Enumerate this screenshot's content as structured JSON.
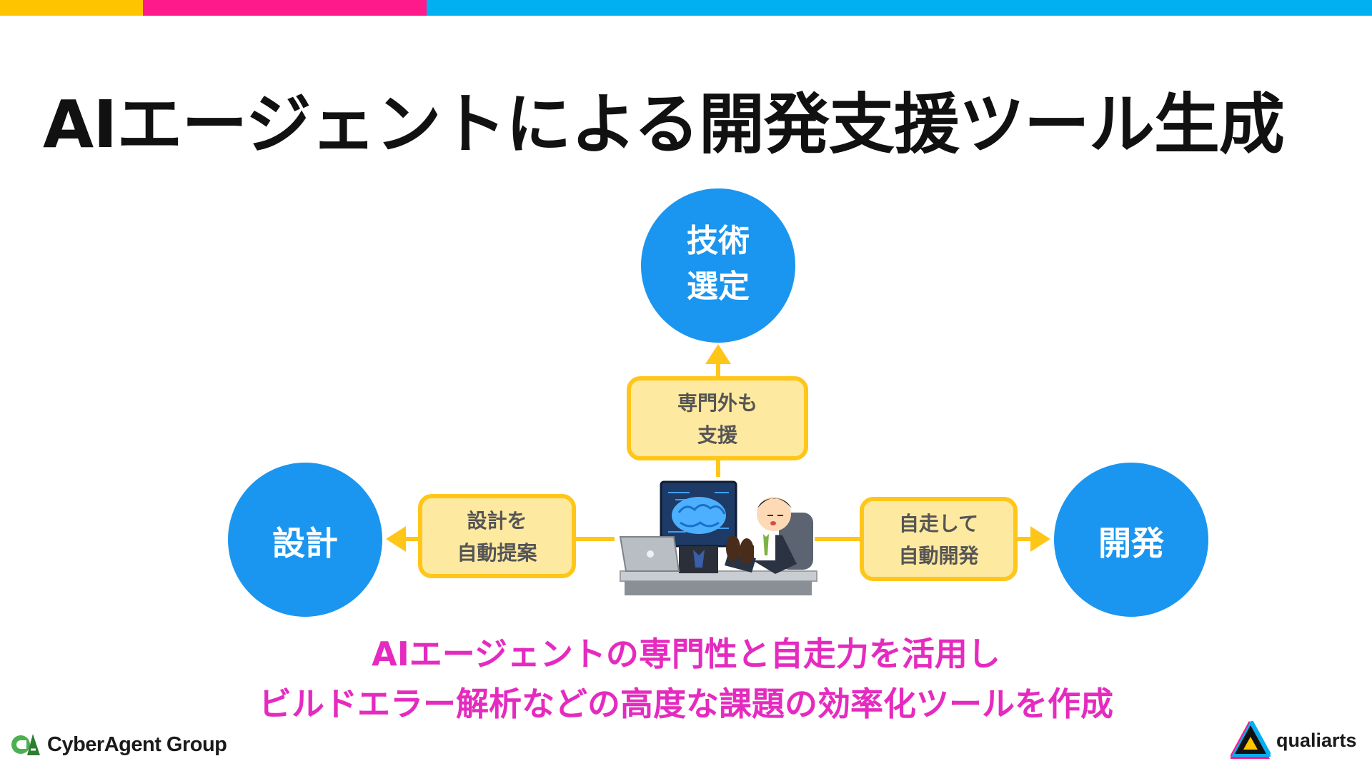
{
  "title": "AIエージェントによる開発支援ツール生成",
  "colors": {
    "bar_yellow": "#ffc400",
    "bar_pink": "#ff1a8c",
    "bar_blue": "#00b0f0",
    "circle_blue": "#1a96f0",
    "box_fill": "#fee9a0",
    "box_border": "#ffc61a",
    "summary_magenta": "#e52bbf"
  },
  "diagram": {
    "nodes": {
      "top": {
        "line1": "技術",
        "line2": "選定"
      },
      "left": {
        "label": "設計"
      },
      "right": {
        "label": "開発"
      }
    },
    "boxes": {
      "top": {
        "line1": "専門外も",
        "line2": "支援"
      },
      "left": {
        "line1": "設計を",
        "line2": "自動提案"
      },
      "right": {
        "line1": "自走して",
        "line2": "自動開発"
      }
    },
    "center_illustration": "ai-brain-monitor-and-relaxing-developer"
  },
  "summary": {
    "line1": "AIエージェントの専門性と自走力を活用し",
    "line2": "ビルドエラー解析などの高度な課題の効率化ツールを作成"
  },
  "footer": {
    "left_brand": "CyberAgent Group",
    "right_brand": "qualiarts"
  }
}
